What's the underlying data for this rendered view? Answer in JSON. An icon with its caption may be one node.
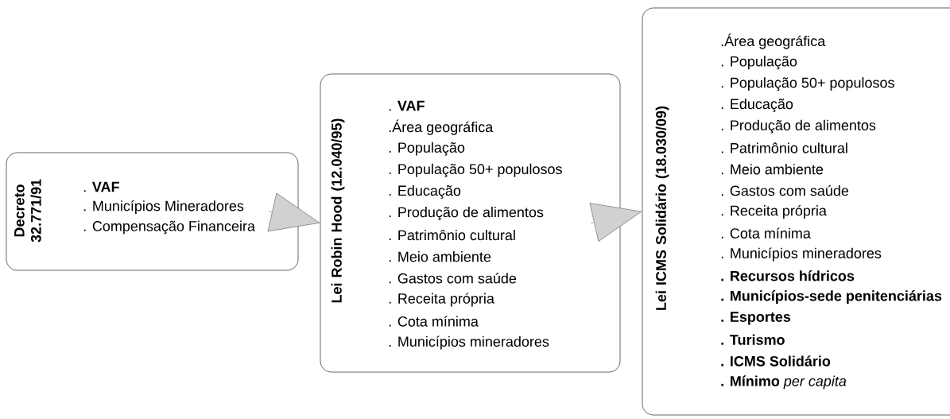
{
  "diagram": {
    "nodes": [
      {
        "text": [
          "Decreto 32.771/91",
          ". **VAF**",
          ". Municípios Mineradores",
          ". Compensação Financeira"
        ]
      },
      {
        "text": [
          "Lei Robin Hood (12.040/95)",
          ". **VAF**",
          ".Área geográfica",
          ". População",
          ". População 50+ populosos",
          ". Educação",
          ". Produção de alimentos",
          ". Patrimônio cultural",
          ". Meio ambiente",
          ". Gastos com saúde",
          ". Receita própria",
          ". Cota mínima",
          ". Municípios mineradores"
        ]
      },
      {
        "text": [
          "Lei ICMS Solidário (18.030/09)",
          ".Área geográfica",
          ". População",
          ". População 50+ populosos",
          ". Educação",
          ". Produção de alimentos",
          ". Patrimônio cultural",
          ". Meio ambiente",
          ". Gastos com saúde",
          ". Receita própria",
          ". Cota mínima",
          ". Municípios mineradores",
          "**. Recursos hídricos**",
          "**. Municípios-sede penitenciárias**",
          "**. Esportes**",
          "**. Turismo**",
          "**. ICMS Solidário**",
          "**. Mínimo** *per capita*"
        ]
      }
    ],
    "edges": [
      {
        "from": 0,
        "to": 1,
        "arrow": "to"
      },
      {
        "from": 1,
        "to": 2,
        "arrow": "to"
      }
    ]
  }
}
